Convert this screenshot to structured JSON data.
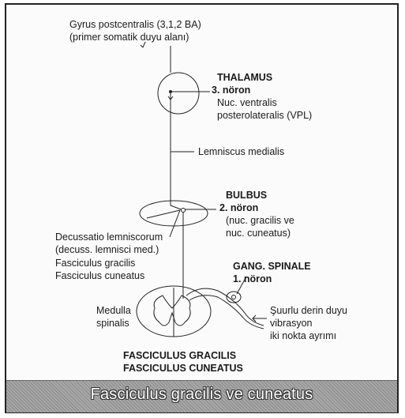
{
  "labels": {
    "gyrus_line1": "Gyrus postcentralis (3,1,2 BA)",
    "gyrus_line2": "(primer somatik duyu alanı)",
    "thalamus_title": "THALAMUS",
    "thalamus_neuron": "3. nöron",
    "thalamus_nuc1": "Nuc. ventralis",
    "thalamus_nuc2": "posterolateralis (VPL)",
    "lemniscus": "Lemniscus medialis",
    "bulbus_title": "BULBUS",
    "bulbus_neuron": "2. nöron",
    "bulbus_nuc1": "(nuc. gracilis ve",
    "bulbus_nuc2": "nuc. cuneatus)",
    "decussatio1": "Decussatio lemniscorum",
    "decussatio2": "(decuss. lemnisci med.)",
    "fasc_gracilis": "Fasciculus gracilis",
    "fasc_cuneatus": "Fasciculus cuneatus",
    "gang_title": "GANG. SPINALE",
    "gang_neuron": "1. nöron",
    "medulla1": "Medulla",
    "medulla2": "spinalis",
    "suurlu1": "Şuurlu derin duyu",
    "suurlu2": "vibrasyon",
    "suurlu3": "iki nokta ayrımı",
    "bottom1": "FASCICULUS GRACILIS",
    "bottom2": "FASCICULUS CUNEATUS"
  },
  "caption": "Fasciculus gracilis ve cuneatus"
}
